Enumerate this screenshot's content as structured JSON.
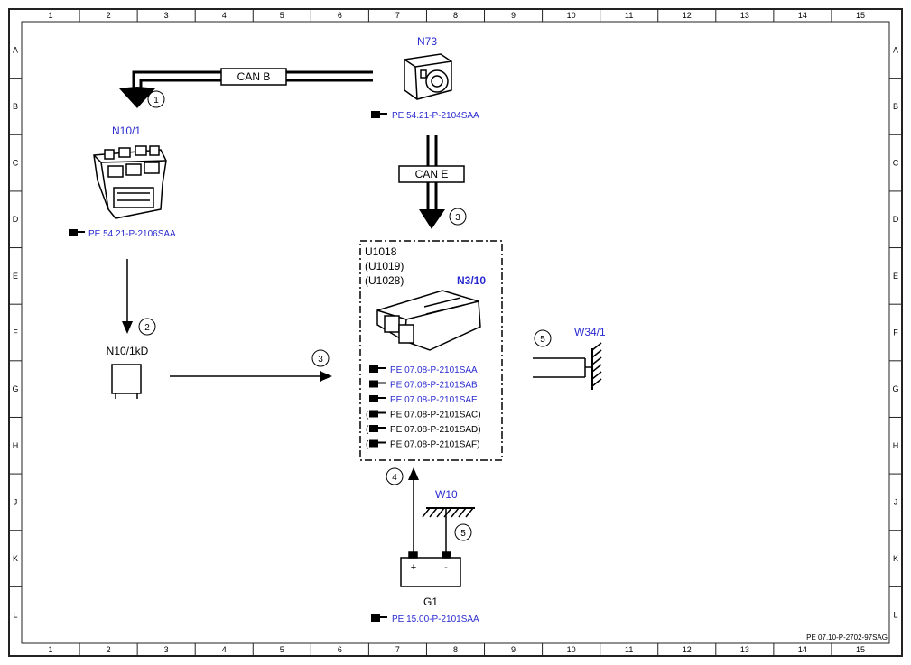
{
  "grid": {
    "columns": [
      "1",
      "2",
      "3",
      "4",
      "5",
      "6",
      "7",
      "8",
      "9",
      "10",
      "11",
      "12",
      "13",
      "14",
      "15"
    ],
    "rows": [
      "A",
      "B",
      "C",
      "D",
      "E",
      "F",
      "G",
      "H",
      "J",
      "K",
      "L"
    ]
  },
  "components": {
    "n73": {
      "label": "N73",
      "ref": "PE 54.21-P-2104SAA"
    },
    "n10_1": {
      "label": "N10/1",
      "ref": "PE 54.21-P-2106SAA"
    },
    "n10_1kd": {
      "label": "N10/1kD"
    },
    "n3_10": {
      "label": "N3/10",
      "variants": [
        "U1018",
        "(U1019)",
        "(U1028)"
      ],
      "refs": [
        {
          "prefix": "",
          "text": "PE 07.08-P-2101SAA",
          "suffix": "",
          "color": "blue"
        },
        {
          "prefix": "",
          "text": "PE 07.08-P-2101SAB",
          "suffix": "",
          "color": "blue"
        },
        {
          "prefix": "",
          "text": "PE 07.08-P-2101SAE",
          "suffix": "",
          "color": "blue"
        },
        {
          "prefix": "(",
          "text": "PE 07.08-P-2101SAC",
          "suffix": ")",
          "color": "black"
        },
        {
          "prefix": "(",
          "text": "PE 07.08-P-2101SAD",
          "suffix": ")",
          "color": "black"
        },
        {
          "prefix": "(",
          "text": "PE 07.08-P-2101SAF",
          "suffix": ")",
          "color": "black"
        }
      ]
    },
    "w34_1": {
      "label": "W34/1"
    },
    "w10": {
      "label": "W10"
    },
    "g1": {
      "label": "G1",
      "plus": "+",
      "minus": "-",
      "ref": "PE 15.00-P-2101SAA"
    }
  },
  "buses": {
    "can_b": "CAN B",
    "can_e": "CAN E"
  },
  "markers": {
    "m1": "1",
    "m2": "2",
    "m3a": "3",
    "m3b": "3",
    "m4": "4",
    "m5a": "5",
    "m5b": "5"
  },
  "doc_id": "PE 07.10-P-2702-97SAG",
  "colors": {
    "blue_text": "#2a2ad0",
    "ink": "#000000",
    "frame": "#222222"
  }
}
